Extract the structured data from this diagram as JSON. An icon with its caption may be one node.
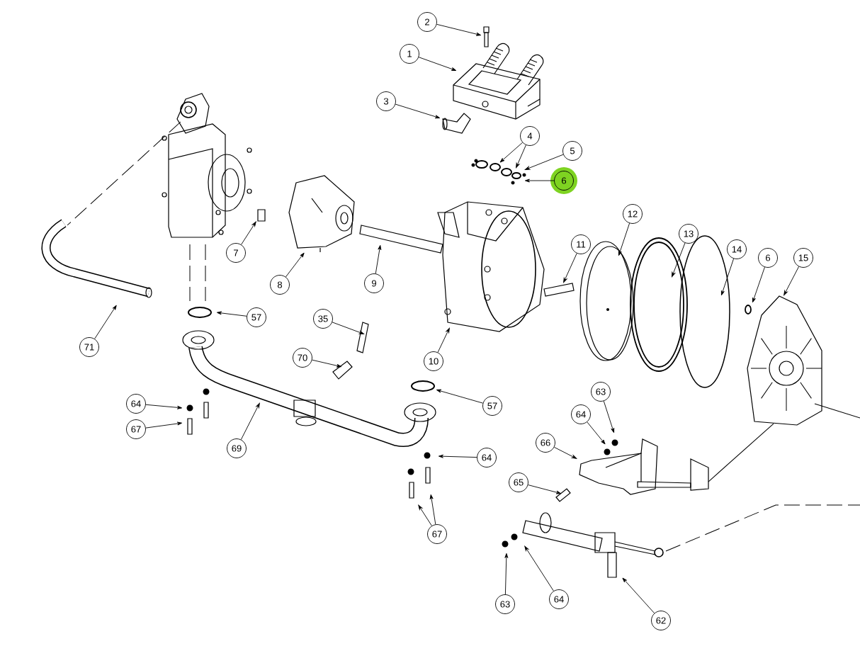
{
  "diagram": {
    "nodes": [
      {
        "text": [
          "2"
        ]
      },
      {
        "text": [
          "1"
        ]
      },
      {
        "text": [
          "3"
        ]
      },
      {
        "text": [
          "4"
        ]
      },
      {
        "text": [
          "5"
        ]
      },
      {
        "text": [
          "6"
        ]
      },
      {
        "text": [
          "7"
        ]
      },
      {
        "text": [
          "12"
        ]
      },
      {
        "text": [
          "13"
        ]
      },
      {
        "text": [
          "14"
        ]
      },
      {
        "text": [
          "6"
        ]
      },
      {
        "text": [
          "15"
        ]
      },
      {
        "text": [
          "11"
        ]
      },
      {
        "text": [
          "8"
        ]
      },
      {
        "text": [
          "9"
        ]
      },
      {
        "text": [
          "57"
        ]
      },
      {
        "text": [
          "35"
        ]
      },
      {
        "text": [
          "71"
        ]
      },
      {
        "text": [
          "70"
        ]
      },
      {
        "text": [
          "10"
        ]
      },
      {
        "text": [
          "63"
        ]
      },
      {
        "text": [
          "64"
        ]
      },
      {
        "text": [
          "57"
        ]
      },
      {
        "text": [
          "64"
        ]
      },
      {
        "text": [
          "67"
        ]
      },
      {
        "text": [
          "69"
        ]
      },
      {
        "text": [
          "66"
        ]
      },
      {
        "text": [
          "64"
        ]
      },
      {
        "text": [
          "65"
        ]
      },
      {
        "text": [
          "67"
        ]
      },
      {
        "text": [
          "63"
        ]
      },
      {
        "text": [
          "64"
        ]
      },
      {
        "text": [
          "62"
        ]
      }
    ],
    "edges": [
      {
        "from": 0,
        "to": null,
        "arrow": "to"
      },
      {
        "from": 1,
        "to": null,
        "arrow": "to"
      },
      {
        "from": 2,
        "to": null,
        "arrow": "to"
      },
      {
        "from": 3,
        "to": null,
        "arrow": "to"
      },
      {
        "from": 3,
        "to": null,
        "arrow": "to"
      },
      {
        "from": 4,
        "to": null,
        "arrow": "to"
      },
      {
        "from": 5,
        "to": null,
        "arrow": "to"
      },
      {
        "from": 6,
        "to": null,
        "arrow": "to"
      },
      {
        "from": 7,
        "to": null,
        "arrow": "to"
      },
      {
        "from": 8,
        "to": null,
        "arrow": "to"
      },
      {
        "from": 9,
        "to": null,
        "arrow": "to"
      },
      {
        "from": 10,
        "to": null,
        "arrow": "to"
      },
      {
        "from": 11,
        "to": null,
        "arrow": "to"
      },
      {
        "from": 12,
        "to": null,
        "arrow": "to"
      },
      {
        "from": 13,
        "to": null,
        "arrow": "to"
      },
      {
        "from": 14,
        "to": null,
        "arrow": "to"
      },
      {
        "from": 15,
        "to": null,
        "arrow": "to"
      },
      {
        "from": 16,
        "to": null,
        "arrow": "to"
      },
      {
        "from": 17,
        "to": null,
        "arrow": "to"
      },
      {
        "from": 18,
        "to": null,
        "arrow": "to"
      },
      {
        "from": 19,
        "to": null,
        "arrow": "to"
      },
      {
        "from": 20,
        "to": null,
        "arrow": "to"
      },
      {
        "from": 21,
        "to": null,
        "arrow": "to"
      },
      {
        "from": 22,
        "to": null,
        "arrow": "to"
      },
      {
        "from": 23,
        "to": null,
        "arrow": "to"
      },
      {
        "from": 24,
        "to": null,
        "arrow": "to"
      },
      {
        "from": 25,
        "to": null,
        "arrow": "to"
      },
      {
        "from": 26,
        "to": null,
        "arrow": "to"
      },
      {
        "from": 27,
        "to": null,
        "arrow": "to"
      },
      {
        "from": 28,
        "to": null,
        "arrow": "to"
      },
      {
        "from": 29,
        "to": null,
        "arrow": "to"
      },
      {
        "from": 29,
        "to": null,
        "arrow": "to"
      },
      {
        "from": 30,
        "to": null,
        "arrow": "to"
      },
      {
        "from": 31,
        "to": null,
        "arrow": "to"
      },
      {
        "from": 32,
        "to": null,
        "arrow": "to"
      }
    ]
  }
}
